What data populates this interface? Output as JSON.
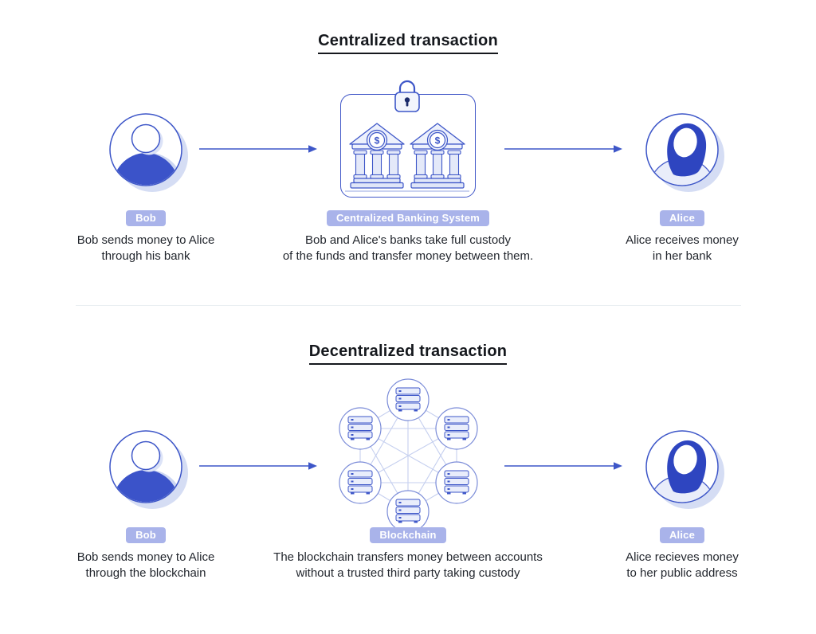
{
  "colors": {
    "accent_blue": "#3d56c8",
    "fill_blue": "#3b53c9",
    "hair_blue": "#2e45c0",
    "badge_bg": "#a9b3ea",
    "light_fill": "#edf1fc",
    "shadow_fill": "#d5ddf4",
    "network_line": "#c5cfef",
    "text_dark": "#23272e"
  },
  "bank_symbol": "$",
  "icons": {
    "bob_avatar": "person",
    "alice_avatar": "person-female",
    "lock": "padlock",
    "bank": "bank-building",
    "server": "server-stack",
    "arrow": "arrow-right"
  },
  "centralized": {
    "title": "Centralized transaction",
    "left": {
      "badge": "Bob",
      "caption": [
        "Bob sends money to Alice",
        "through his bank"
      ]
    },
    "middle": {
      "badge": "Centralized Banking System",
      "caption": [
        "Bob and Alice's banks take full custody",
        "of the funds and transfer money between them."
      ]
    },
    "right": {
      "badge": "Alice",
      "caption": [
        "Alice receives money",
        "in her bank"
      ]
    }
  },
  "decentralized": {
    "title": "Decentralized transaction",
    "left": {
      "badge": "Bob",
      "caption": [
        "Bob sends money to Alice",
        "through the blockchain"
      ]
    },
    "middle": {
      "badge": "Blockchain",
      "caption": [
        "The blockchain transfers money between accounts",
        "without a trusted third party taking custody"
      ]
    },
    "right": {
      "badge": "Alice",
      "caption": [
        "Alice recieves money",
        "to her public address"
      ]
    }
  }
}
